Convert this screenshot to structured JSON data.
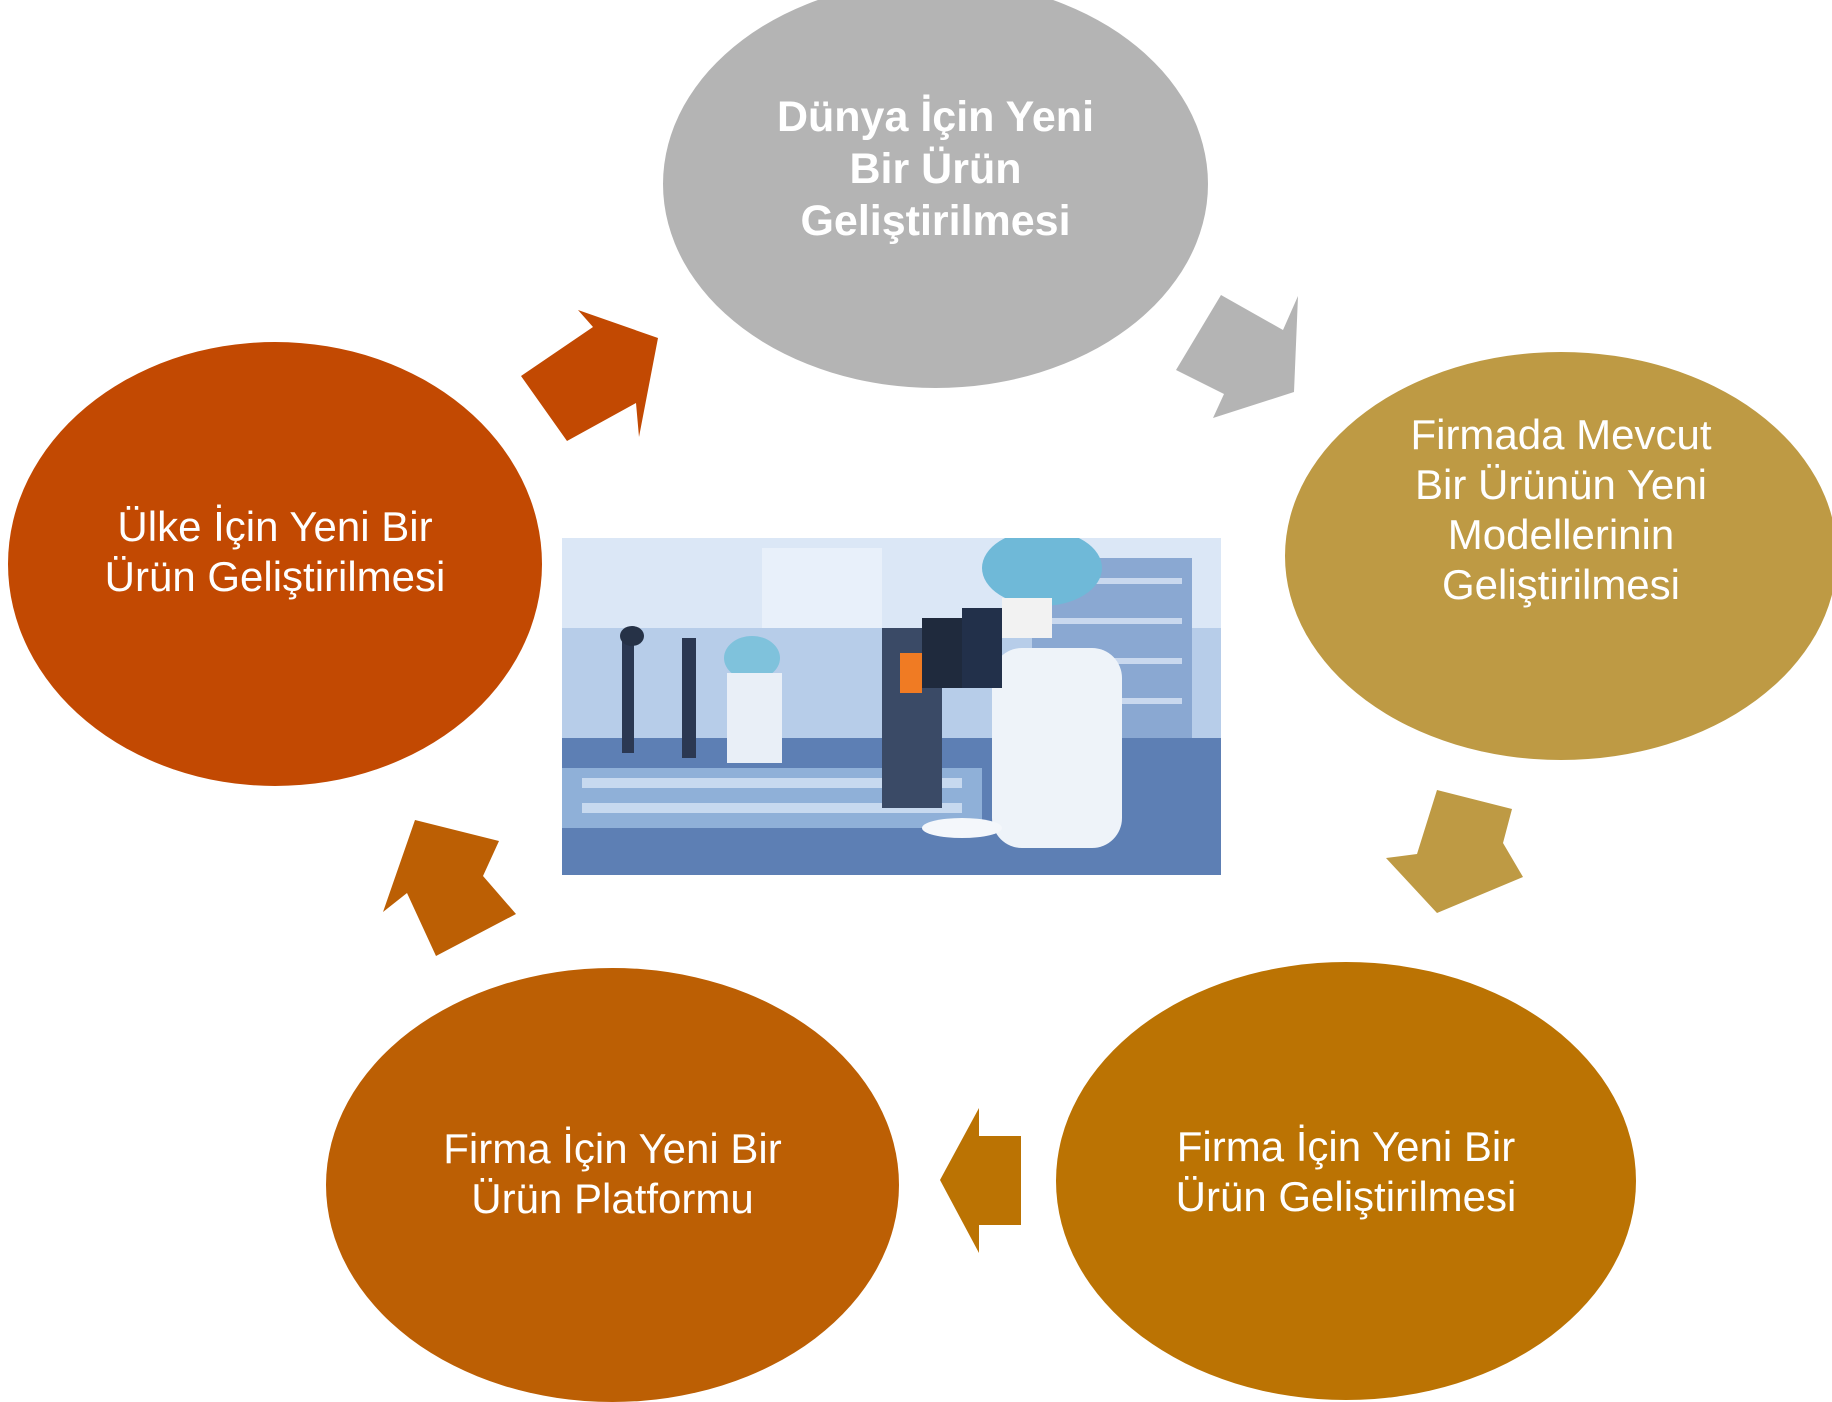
{
  "diagram": {
    "type": "cycle",
    "nodes": [
      {
        "id": "top",
        "label": "Dünya İçin Yeni\nBir Ürün\nGeliştirilmesi",
        "color": "#b4b4b4",
        "bold": true
      },
      {
        "id": "right",
        "label": "Firmada Mevcut\nBir Ürünün Yeni\nModellerinin\nGeliştirilmesi",
        "color": "#be9a44",
        "bold": false
      },
      {
        "id": "bottom_right",
        "label": "Firma İçin Yeni Bir\nÜrün Geliştirilmesi",
        "color": "#bb7303",
        "bold": false
      },
      {
        "id": "bottom_left",
        "label": "Firma İçin Yeni Bir\nÜrün Platformu",
        "color": "#bc5f04",
        "bold": false
      },
      {
        "id": "left",
        "label": "Ülke İçin Yeni Bir\nÜrün Geliştirilmesi",
        "color": "#c24902",
        "bold": false
      }
    ],
    "arrows": [
      {
        "from": "top",
        "to": "right",
        "color": "#b4b4b4"
      },
      {
        "from": "right",
        "to": "bottom_right",
        "color": "#be9a44"
      },
      {
        "from": "bottom_right",
        "to": "bottom_left",
        "color": "#bb7303"
      },
      {
        "from": "bottom_left",
        "to": "left",
        "color": "#bc5f04"
      },
      {
        "from": "left",
        "to": "top",
        "color": "#c24902"
      }
    ],
    "center_image": {
      "subject": "laboratory-photo"
    }
  }
}
